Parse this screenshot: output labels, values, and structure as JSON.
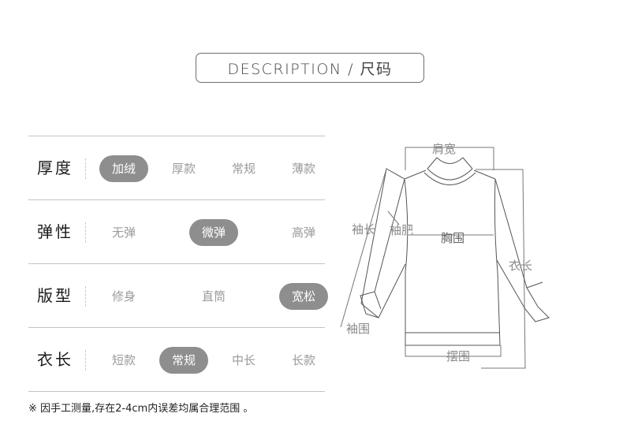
{
  "header": {
    "title": "DESCRIPTION / 尺码"
  },
  "attributes": [
    {
      "label": "厚度",
      "options": [
        "加绒",
        "厚款",
        "常规",
        "薄款"
      ],
      "selected": "加绒"
    },
    {
      "label": "弹性",
      "options": [
        "无弹",
        "微弹",
        "高弹"
      ],
      "selected": "微弹"
    },
    {
      "label": "版型",
      "options": [
        "修身",
        "直筒",
        "宽松"
      ],
      "selected": "宽松"
    },
    {
      "label": "衣长",
      "options": [
        "短款",
        "常规",
        "中长",
        "长款"
      ],
      "selected": "常规"
    }
  ],
  "note": "※ 因手工测量,存在2-4cm内误差均属合理范围 。",
  "diagram": {
    "labels": {
      "shoulder": "肩宽",
      "sleeve_length": "袖长",
      "sleeve_width": "袖肥",
      "chest": "胸围",
      "length": "衣长",
      "cuff": "袖围",
      "hem": "摆围"
    }
  },
  "colors": {
    "selected_pill": "#8e8e8e",
    "unselected_text": "#9a9a9a",
    "rule": "#c4c4c4"
  }
}
